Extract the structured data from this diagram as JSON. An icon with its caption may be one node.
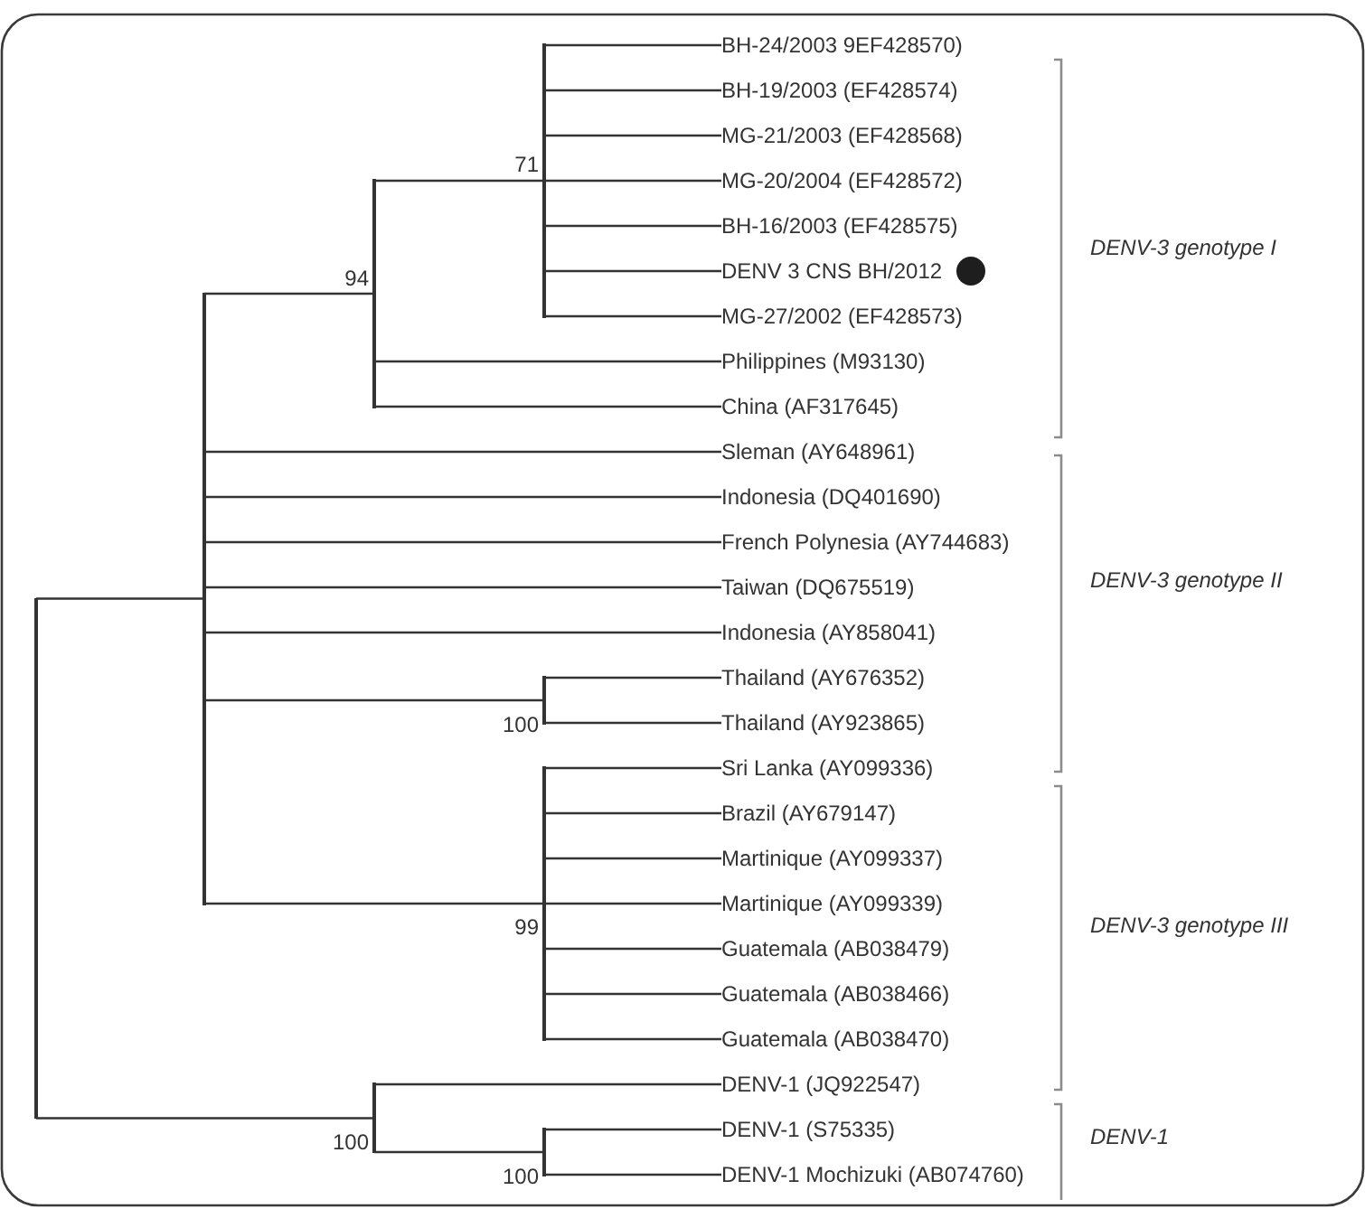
{
  "diagram": {
    "nodes": [
      {
        "text": [],
        "shape": "bar"
      },
      {
        "text": [],
        "shape": "bar"
      },
      {
        "text": [],
        "shape": "bar",
        "beside": [
          "94"
        ]
      },
      {
        "text": [],
        "shape": "bar",
        "beside": [
          "71"
        ]
      },
      {
        "text": [
          "BH-24/2003 9EF428570)"
        ]
      },
      {
        "text": [
          "BH-19/2003 (EF428574)"
        ]
      },
      {
        "text": [
          "MG-21/2003 (EF428568)"
        ]
      },
      {
        "text": [
          "MG-20/2004 (EF428572)"
        ]
      },
      {
        "text": [
          "BH-16/2003 (EF428575)"
        ]
      },
      {
        "text": [
          "DENV 3 CNS BH/2012"
        ]
      },
      {
        "text": [
          "MG-27/2002 (EF428573)"
        ]
      },
      {
        "text": [
          "Philippines (M93130)"
        ]
      },
      {
        "text": [
          "China (AF317645)"
        ]
      },
      {
        "text": [
          "Sleman (AY648961)"
        ]
      },
      {
        "text": [
          "Indonesia (DQ401690)"
        ]
      },
      {
        "text": [
          "French Polynesia (AY744683)"
        ]
      },
      {
        "text": [
          "Taiwan (DQ675519)"
        ]
      },
      {
        "text": [
          "Indonesia (AY858041)"
        ]
      },
      {
        "text": [],
        "shape": "bar",
        "beside": [
          "100"
        ]
      },
      {
        "text": [
          "Thailand (AY676352)"
        ]
      },
      {
        "text": [
          "Thailand (AY923865)"
        ]
      },
      {
        "text": [],
        "shape": "bar",
        "beside": [
          "99"
        ]
      },
      {
        "text": [
          "Sri Lanka (AY099336)"
        ]
      },
      {
        "text": [
          "Brazil (AY679147)"
        ]
      },
      {
        "text": [
          "Martinique (AY099337)"
        ]
      },
      {
        "text": [
          "Martinique (AY099339)"
        ]
      },
      {
        "text": [
          "Guatemala (AB038479)"
        ]
      },
      {
        "text": [
          "Guatemala (AB038466)"
        ]
      },
      {
        "text": [
          "Guatemala (AB038470)"
        ]
      },
      {
        "text": [],
        "shape": "bar",
        "beside": [
          "100"
        ]
      },
      {
        "text": [
          "DENV-1 (JQ922547)"
        ]
      },
      {
        "text": [],
        "shape": "bar",
        "beside": [
          "100"
        ]
      },
      {
        "text": [
          "DENV-1 (S75335)"
        ]
      },
      {
        "text": [
          "DENV-1 Mochizuki (AB074760)"
        ]
      }
    ],
    "edges": [
      {
        "from": 0,
        "to": 1,
        "arrow": "none"
      },
      {
        "from": 1,
        "to": 2,
        "arrow": "none"
      },
      {
        "from": 2,
        "to": 3,
        "arrow": "none"
      },
      {
        "from": 3,
        "to": 4,
        "arrow": "none"
      },
      {
        "from": 3,
        "to": 5,
        "arrow": "none"
      },
      {
        "from": 3,
        "to": 6,
        "arrow": "none"
      },
      {
        "from": 3,
        "to": 7,
        "arrow": "none"
      },
      {
        "from": 3,
        "to": 8,
        "arrow": "none"
      },
      {
        "from": 3,
        "to": 9,
        "arrow": "none"
      },
      {
        "from": 3,
        "to": 10,
        "arrow": "none"
      },
      {
        "from": 2,
        "to": 11,
        "arrow": "none"
      },
      {
        "from": 2,
        "to": 12,
        "arrow": "none"
      },
      {
        "from": 1,
        "to": 13,
        "arrow": "none"
      },
      {
        "from": 1,
        "to": 14,
        "arrow": "none"
      },
      {
        "from": 1,
        "to": 15,
        "arrow": "none"
      },
      {
        "from": 1,
        "to": 16,
        "arrow": "none"
      },
      {
        "from": 1,
        "to": 17,
        "arrow": "none"
      },
      {
        "from": 1,
        "to": 18,
        "arrow": "none"
      },
      {
        "from": 18,
        "to": 19,
        "arrow": "none"
      },
      {
        "from": 18,
        "to": 20,
        "arrow": "none"
      },
      {
        "from": 1,
        "to": 21,
        "arrow": "none"
      },
      {
        "from": 21,
        "to": 22,
        "arrow": "none"
      },
      {
        "from": 21,
        "to": 23,
        "arrow": "none"
      },
      {
        "from": 21,
        "to": 24,
        "arrow": "none"
      },
      {
        "from": 21,
        "to": 25,
        "arrow": "none"
      },
      {
        "from": 21,
        "to": 26,
        "arrow": "none"
      },
      {
        "from": 21,
        "to": 27,
        "arrow": "none"
      },
      {
        "from": 21,
        "to": 28,
        "arrow": "none"
      },
      {
        "from": 0,
        "to": 29,
        "arrow": "none"
      },
      {
        "from": 29,
        "to": 30,
        "arrow": "none"
      },
      {
        "from": 29,
        "to": 31,
        "arrow": "none"
      },
      {
        "from": 31,
        "to": 32,
        "arrow": "none"
      },
      {
        "from": 31,
        "to": 33,
        "arrow": "none"
      }
    ],
    "labels": [
      "DENV-3 genotype I",
      "DENV-3 genotype II",
      "DENV-3 genotype III",
      "DENV-1"
    ]
  }
}
